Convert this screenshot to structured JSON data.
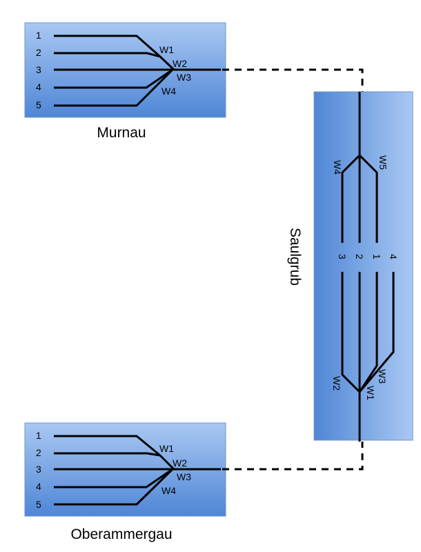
{
  "stations": {
    "murnau": {
      "name": "Murnau",
      "tracks": [
        "1",
        "2",
        "3",
        "4",
        "5"
      ],
      "switches": [
        "W1",
        "W2",
        "W3",
        "W4"
      ]
    },
    "oberammergau": {
      "name": "Oberammergau",
      "tracks": [
        "1",
        "2",
        "3",
        "4",
        "5"
      ],
      "switches": [
        "W1",
        "W2",
        "W3",
        "W4"
      ]
    },
    "saulgrub": {
      "name": "Saulgrub",
      "tracks": [
        "3",
        "2",
        "1",
        "4"
      ],
      "switches_top": [
        "W4",
        "W5"
      ],
      "switches_bottom": [
        "W2",
        "W3",
        "W1"
      ]
    }
  },
  "colors": {
    "box_fill_light": "#a9c8f2",
    "box_fill_dark": "#4f86d6",
    "box_border": "#6f94c7",
    "track": "#000000"
  }
}
